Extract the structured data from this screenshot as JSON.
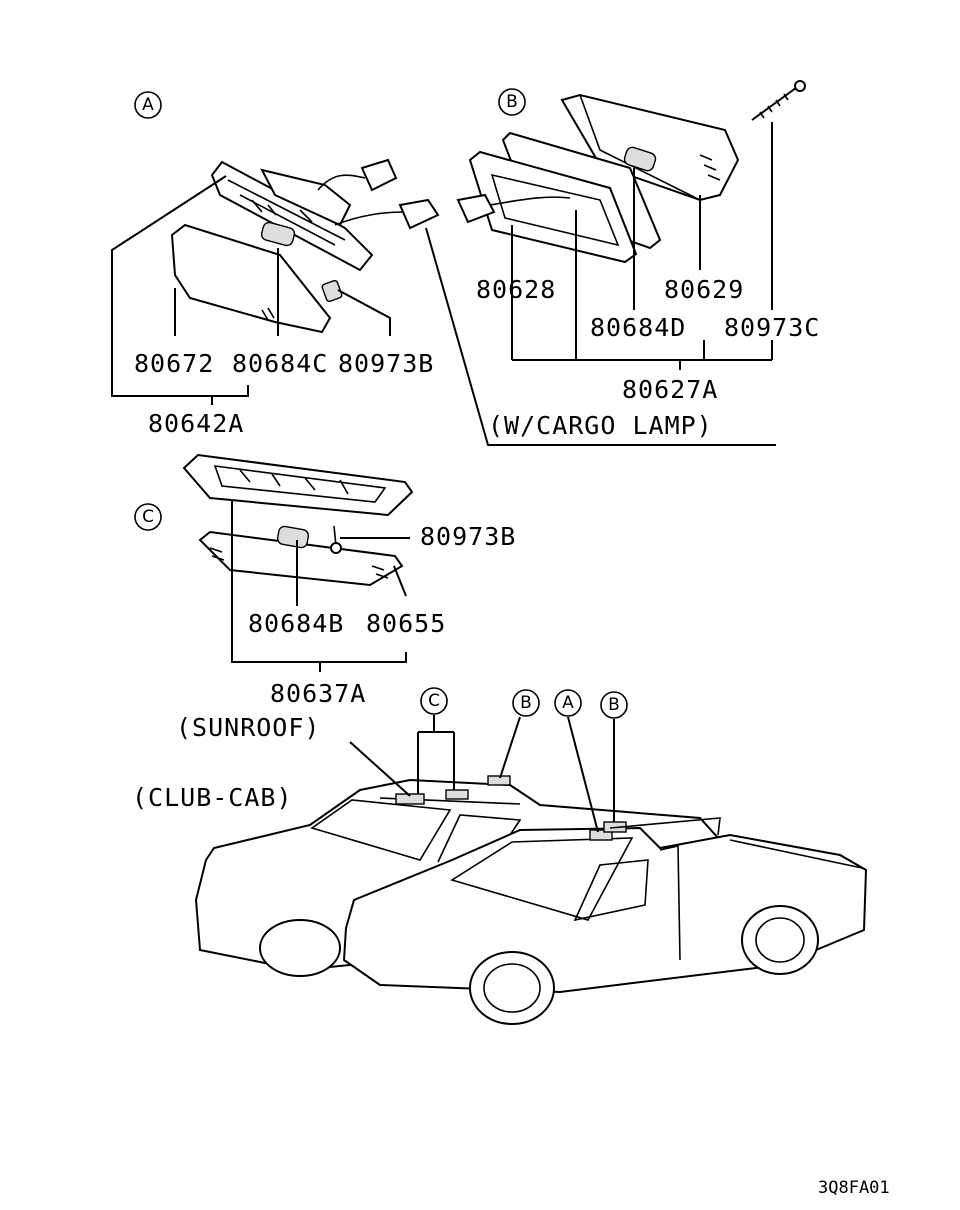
{
  "section_markers": {
    "a": "A",
    "b": "B",
    "c": "C"
  },
  "labels": {
    "p80672": "80672",
    "p80684C": "80684C",
    "p80973B_a": "80973B",
    "p80642A": "80642A",
    "p80628": "80628",
    "p80629": "80629",
    "p80684D": "80684D",
    "p80973C": "80973C",
    "p80627A": "80627A",
    "cargo_lamp": "(W/CARGO LAMP)",
    "p80973B_c": "80973B",
    "p80684B": "80684B",
    "p80655": "80655",
    "p80637A": "80637A",
    "sunroof": "(SUNROOF)",
    "club_cab": "(CLUB-CAB)"
  },
  "vehicle_markers": {
    "c": "C",
    "b1": "B",
    "a": "A",
    "b2": "B"
  },
  "diagram_code": "3Q8FA01"
}
